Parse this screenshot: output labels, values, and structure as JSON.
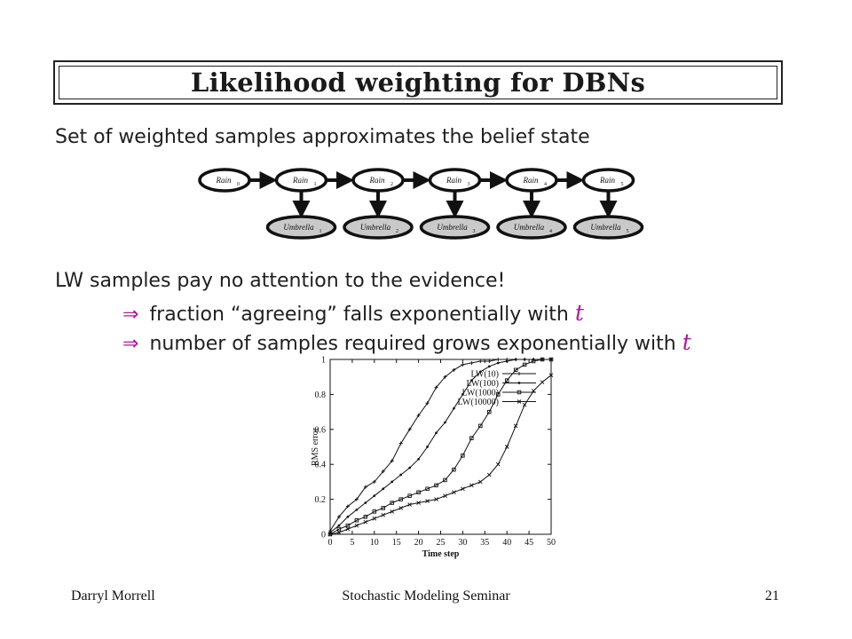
{
  "slide": {
    "title": "Likelihood weighting for DBNs",
    "line1": "Set of weighted samples approximates the belief state",
    "line2": "LW samples pay no attention to the evidence!",
    "bullets": [
      {
        "arrow": "⇒",
        "text": "fraction “agreeing” falls exponentially with ",
        "var": "t"
      },
      {
        "arrow": "⇒",
        "text": "number of samples required grows exponentially with ",
        "var": "t"
      }
    ]
  },
  "network": {
    "rain_nodes": [
      "Rain",
      "Rain",
      "Rain",
      "Rain",
      "Rain",
      "Rain"
    ],
    "rain_subs": [
      "0",
      "1",
      "2",
      "3",
      "4",
      "5"
    ],
    "umbrella_nodes": [
      "Umbrella",
      "Umbrella",
      "Umbrella",
      "Umbrella",
      "Umbrella"
    ],
    "umbrella_subs": [
      "1",
      "2",
      "3",
      "4",
      "5"
    ],
    "colors": {
      "evidence_fill": "#c9c9c9",
      "hidden_fill": "#ffffff"
    }
  },
  "footer": {
    "author": "Darryl Morrell",
    "course": "Stochastic Modeling Seminar",
    "page": "21"
  },
  "chart_data": {
    "type": "line",
    "title": "",
    "xlabel": "Time step",
    "ylabel": "RMS error",
    "xlim": [
      0,
      50
    ],
    "ylim": [
      0,
      1
    ],
    "xticks": [
      0,
      5,
      10,
      15,
      20,
      25,
      30,
      35,
      40,
      45,
      50
    ],
    "yticks": [
      0,
      0.2,
      0.4,
      0.6,
      0.8,
      1
    ],
    "ytick_labels": [
      "0",
      "0.2",
      "0.4",
      "0.6",
      "0.8",
      "1"
    ],
    "legend_position": "top-right",
    "series": [
      {
        "name": "LW(10)",
        "marker": "plus",
        "x": [
          0,
          2,
          4,
          6,
          8,
          10,
          12,
          14,
          16,
          18,
          20,
          22,
          24,
          26,
          28,
          30,
          32,
          34,
          36,
          38,
          40,
          42,
          44,
          46,
          48,
          50
        ],
        "y": [
          0.02,
          0.1,
          0.16,
          0.2,
          0.27,
          0.3,
          0.36,
          0.42,
          0.52,
          0.6,
          0.68,
          0.75,
          0.84,
          0.9,
          0.94,
          0.97,
          0.98,
          0.99,
          0.99,
          1,
          1,
          1,
          1,
          1,
          1,
          1
        ]
      },
      {
        "name": "LW(100)",
        "marker": "line",
        "x": [
          0,
          2,
          4,
          6,
          8,
          10,
          12,
          14,
          16,
          18,
          20,
          22,
          24,
          26,
          28,
          30,
          32,
          34,
          36,
          38,
          40,
          42,
          44,
          46,
          48,
          50
        ],
        "y": [
          0.01,
          0.05,
          0.1,
          0.14,
          0.18,
          0.22,
          0.26,
          0.3,
          0.34,
          0.38,
          0.43,
          0.5,
          0.58,
          0.64,
          0.72,
          0.8,
          0.88,
          0.93,
          0.96,
          0.98,
          0.99,
          1,
          1,
          1,
          1,
          1
        ]
      },
      {
        "name": "LW(1000)",
        "marker": "square",
        "x": [
          0,
          2,
          4,
          6,
          8,
          10,
          12,
          14,
          16,
          18,
          20,
          22,
          24,
          26,
          28,
          30,
          32,
          34,
          36,
          38,
          40,
          42,
          44,
          46,
          48,
          50
        ],
        "y": [
          0,
          0.03,
          0.05,
          0.08,
          0.1,
          0.13,
          0.15,
          0.18,
          0.2,
          0.22,
          0.24,
          0.26,
          0.28,
          0.31,
          0.37,
          0.45,
          0.55,
          0.62,
          0.7,
          0.8,
          0.88,
          0.94,
          0.97,
          0.99,
          1,
          1
        ]
      },
      {
        "name": "LW(10000)",
        "marker": "x",
        "x": [
          0,
          2,
          4,
          6,
          8,
          10,
          12,
          14,
          16,
          18,
          20,
          22,
          24,
          26,
          28,
          30,
          32,
          34,
          36,
          38,
          40,
          42,
          44,
          46,
          48,
          50
        ],
        "y": [
          0,
          0.01,
          0.03,
          0.05,
          0.07,
          0.09,
          0.11,
          0.13,
          0.15,
          0.17,
          0.18,
          0.19,
          0.2,
          0.22,
          0.24,
          0.26,
          0.28,
          0.3,
          0.34,
          0.4,
          0.5,
          0.62,
          0.74,
          0.82,
          0.87,
          0.91
        ]
      }
    ]
  }
}
